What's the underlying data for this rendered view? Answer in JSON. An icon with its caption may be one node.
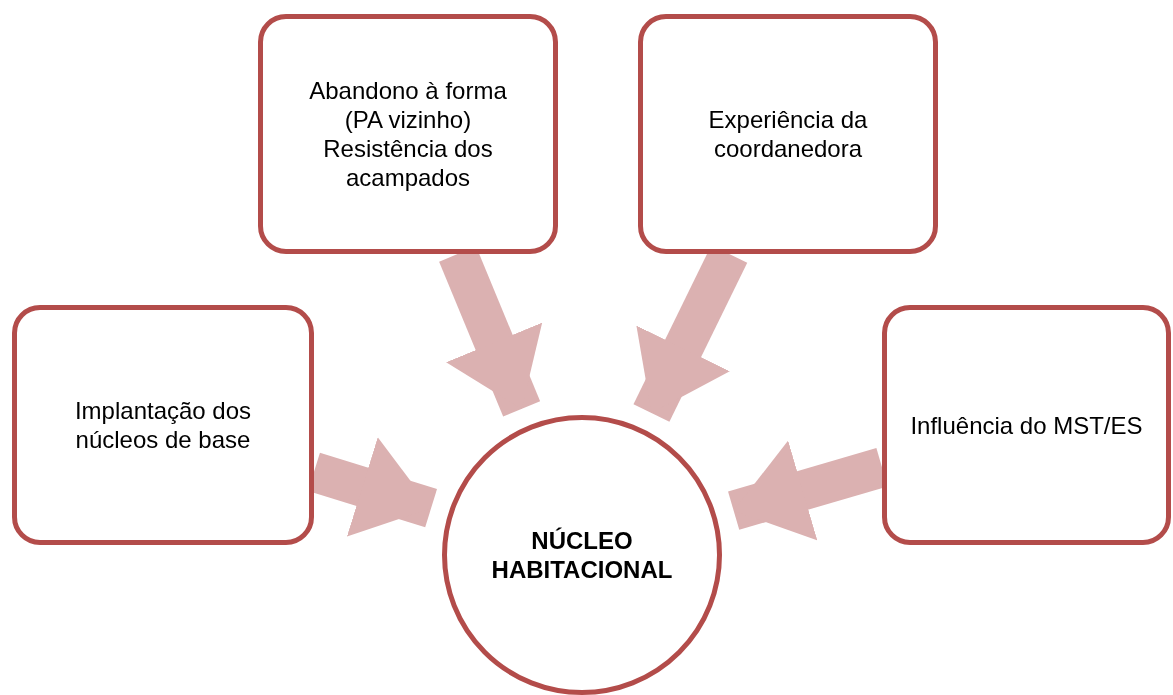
{
  "diagram": {
    "nodes": [
      {
        "text": [
          "Abandono à forma (PA vizinho) Resistência dos acampados"
        ]
      },
      {
        "text": [
          "Experiência da coordanedora"
        ]
      },
      {
        "text": [
          "Implantação dos núcleos de base"
        ]
      },
      {
        "text": [
          "Influência do MST/ES"
        ]
      },
      {
        "text": [
          "NÚCLEO HABITACIONAL"
        ]
      }
    ],
    "edges": [
      {
        "from": 0,
        "to": 4,
        "arrow": "to"
      },
      {
        "from": 1,
        "to": 4,
        "arrow": "to"
      },
      {
        "from": 2,
        "to": 4,
        "arrow": "to"
      },
      {
        "from": 3,
        "to": 4,
        "arrow": "to"
      }
    ]
  }
}
